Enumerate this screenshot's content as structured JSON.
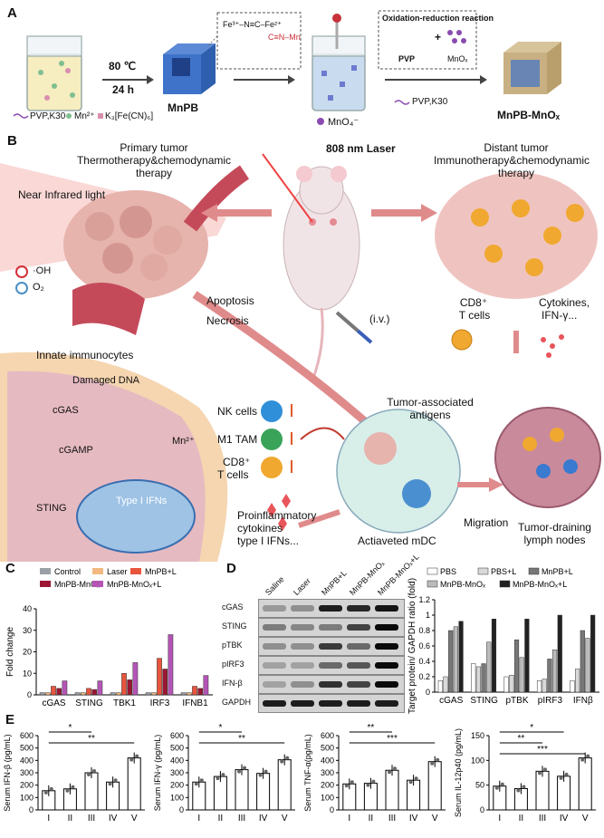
{
  "panels": {
    "A": "A",
    "B": "B",
    "C": "C",
    "D": "D",
    "E": "E"
  },
  "panelA": {
    "legend_pvp": "PVP,K30",
    "legend_mn": "Mn²⁺",
    "legend_k3": "K₃[Fe(CN)₆]",
    "temp": "80 ℃",
    "time": "24 h",
    "mnpb": "MnPB",
    "structure_formula": "Fe³⁺–N≡C–Fe²⁺",
    "cnmn": "C≡N–Mn",
    "redox_title": "Oxidation-reduction reaction",
    "pvp": "PVP",
    "plus": "+",
    "mno": "MnOₓ",
    "mno4": "MnO₄⁻",
    "pvp_k30": "PVP,K30",
    "product": "MnPB-MnOₓ"
  },
  "panelB": {
    "laser": "808 nm Laser",
    "primary1": "Primary tumor",
    "primary2": "Thermotherapy&chemodynamic",
    "primary3": "therapy",
    "distant1": "Distant tumor",
    "distant2": "Immunotherapy&chemodynamic",
    "distant3": "therapy",
    "nir": "Near Infrared light",
    "oh": "·OH",
    "o2": "O₂",
    "apoptosis": "Apoptosis",
    "necrosis": "Necrosis",
    "iv": "(i.v.)",
    "cd8": "CD8⁺",
    "tcells": "T cells",
    "cytokines": "Cytokines,",
    "ifng": "IFN-γ...",
    "innate": "Innate immunocytes",
    "damaged_dna": "Damaged DNA",
    "cgas": "cGAS",
    "cgamp": "cGAMP",
    "mn2": "Mn²⁺",
    "sting": "STING",
    "type1": "Type I IFNs",
    "nk": "NK cells",
    "m1": "M1 TAM",
    "cd8b": "CD8⁺",
    "tcellsb": "T cells",
    "taa1": "Tumor-associated",
    "taa2": "antigens",
    "pro1": "Proinflammatory",
    "pro2": "cytokines",
    "pro3": "type I IFNs...",
    "mdc": "Actiaveted mDC",
    "migration": "Migration",
    "tdln1": "Tumor-draining",
    "tdln2": "lymph nodes"
  },
  "panelD": {
    "blot_labels": [
      "Saline",
      "Laser",
      "MnPB+L",
      "MnPB-MnOₓ",
      "MnPB-MnOₓ+L"
    ],
    "rows": [
      "cGAS",
      "STING",
      "pTBK",
      "pIRF3",
      "IFN-β",
      "GAPDH"
    ]
  },
  "chart_data": [
    {
      "type": "bar",
      "id": "C",
      "ylabel": "Fold change",
      "categories": [
        "cGAS",
        "STING",
        "TBK1",
        "IRF3",
        "IFNB1"
      ],
      "ylim": [
        0,
        40
      ],
      "yticks": [
        0,
        10,
        20,
        30,
        40
      ],
      "legend": "top",
      "series": [
        {
          "name": "Control",
          "color": "#9aa0a6",
          "values": [
            1,
            1,
            1,
            1,
            1
          ]
        },
        {
          "name": "Laser",
          "color": "#f2b880",
          "values": [
            1,
            1,
            1,
            1,
            1
          ]
        },
        {
          "name": "MnPB+L",
          "color": "#e8553d",
          "values": [
            4,
            3,
            10,
            17,
            4
          ]
        },
        {
          "name": "MnPB-MnOₓ",
          "color": "#9b1733",
          "values": [
            3,
            2.5,
            7,
            12,
            3
          ]
        },
        {
          "name": "MnPB-MnOₓ+L",
          "color": "#b455b6",
          "values": [
            6.5,
            6.5,
            15,
            28,
            9
          ]
        }
      ]
    },
    {
      "type": "bar",
      "id": "D",
      "ylabel": "Target protein/ GAPDH ratio (fold)",
      "categories": [
        "cGAS",
        "STING",
        "pTBK",
        "pIRF3",
        "IFNβ"
      ],
      "ylim": [
        0,
        1.2
      ],
      "yticks": [
        0.0,
        0.2,
        0.4,
        0.6,
        0.8,
        1.0,
        1.2
      ],
      "legend": "top",
      "series": [
        {
          "name": "PBS",
          "color": "#ffffff",
          "values": [
            0.15,
            0.37,
            0.2,
            0.15,
            0.15
          ]
        },
        {
          "name": "PBS+L",
          "color": "#d9d9d9",
          "values": [
            0.2,
            0.33,
            0.22,
            0.17,
            0.3
          ]
        },
        {
          "name": "MnPB+L",
          "color": "#777777",
          "values": [
            0.8,
            0.37,
            0.68,
            0.43,
            0.8
          ]
        },
        {
          "name": "MnPB-MnOₓ",
          "color": "#bbbbbb",
          "values": [
            0.85,
            0.65,
            0.45,
            0.55,
            0.7
          ]
        },
        {
          "name": "MnPB-MnOₓ+L",
          "color": "#222222",
          "values": [
            0.92,
            0.95,
            0.95,
            1.0,
            1.0
          ]
        }
      ]
    },
    {
      "type": "bar",
      "id": "E1",
      "ylabel": "Serum IFN-β (pg/mL)",
      "categories": [
        "I",
        "II",
        "III",
        "IV",
        "V"
      ],
      "values": [
        155,
        170,
        300,
        225,
        420
      ],
      "ylim": [
        0,
        600
      ],
      "yticks": [
        0,
        100,
        200,
        300,
        400,
        500,
        600
      ],
      "sig": [
        {
          "from": "I",
          "to": "III",
          "label": "*"
        },
        {
          "from": "I",
          "to": "V",
          "label": "**"
        }
      ]
    },
    {
      "type": "bar",
      "id": "E2",
      "ylabel": "Serum IFN-γ (pg/mL)",
      "categories": [
        "I",
        "II",
        "III",
        "IV",
        "V"
      ],
      "values": [
        225,
        270,
        325,
        295,
        405
      ],
      "ylim": [
        0,
        600
      ],
      "yticks": [
        0,
        100,
        200,
        300,
        400,
        500,
        600
      ],
      "sig": [
        {
          "from": "I",
          "to": "III",
          "label": "*"
        },
        {
          "from": "I",
          "to": "V",
          "label": "**"
        }
      ]
    },
    {
      "type": "bar",
      "id": "E3",
      "ylabel": "Serum TNF-α(pg/mL)",
      "categories": [
        "I",
        "II",
        "III",
        "IV",
        "V"
      ],
      "values": [
        210,
        215,
        320,
        240,
        390
      ],
      "ylim": [
        0,
        600
      ],
      "yticks": [
        0,
        100,
        200,
        300,
        400,
        500,
        600
      ],
      "sig": [
        {
          "from": "I",
          "to": "III",
          "label": "**"
        },
        {
          "from": "I",
          "to": "V",
          "label": "***"
        }
      ]
    },
    {
      "type": "bar",
      "id": "E4",
      "ylabel": "Serum IL-12p40 (pg/mL)",
      "categories": [
        "I",
        "II",
        "III",
        "IV",
        "V"
      ],
      "values": [
        48,
        43,
        78,
        68,
        105
      ],
      "ylim": [
        0,
        150
      ],
      "yticks": [
        0,
        50,
        100,
        150
      ],
      "sig": [
        {
          "from": "I",
          "to": "IV",
          "label": "*"
        },
        {
          "from": "I",
          "to": "III",
          "label": "**"
        },
        {
          "from": "I",
          "to": "V",
          "label": "***"
        }
      ]
    }
  ]
}
